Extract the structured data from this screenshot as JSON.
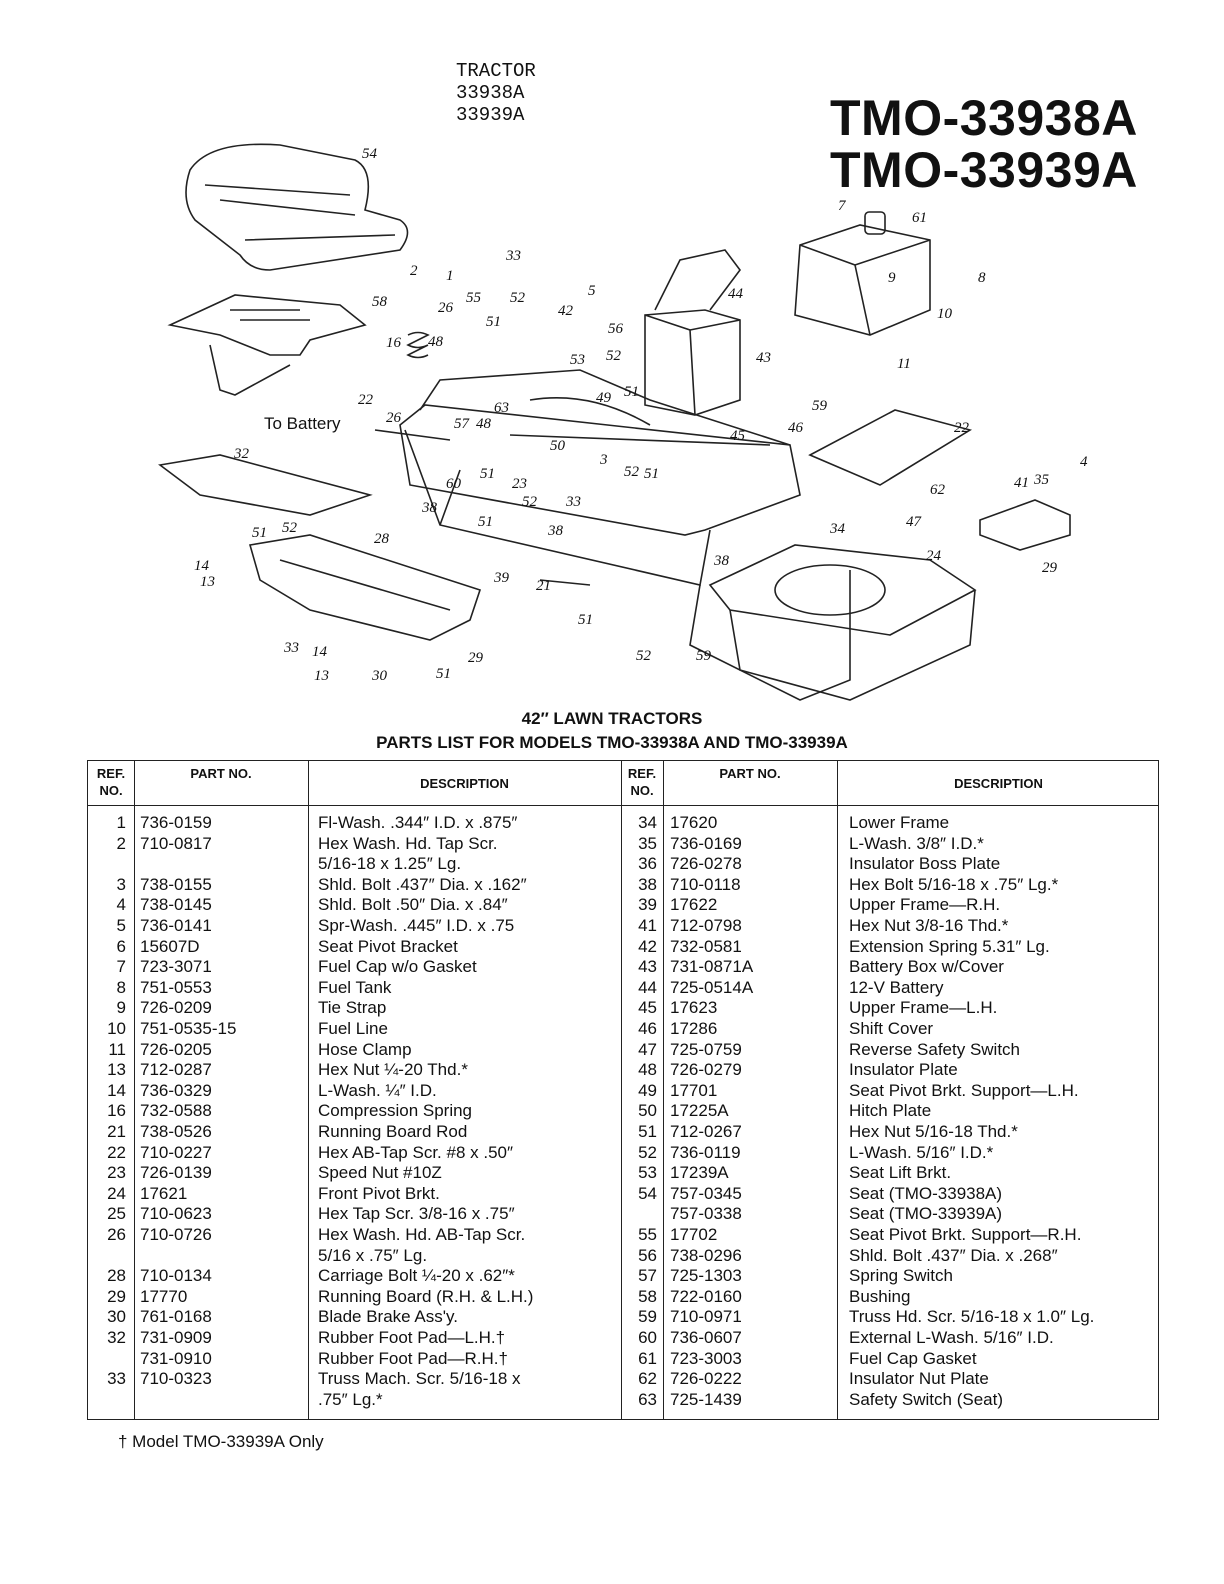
{
  "tractor_label": [
    "TRACTOR",
    "33938A",
    "33939A"
  ],
  "model_title": [
    "TMO-33938A",
    "TMO-33939A"
  ],
  "diagram": {
    "to_battery_label": "To Battery",
    "callouts": [
      "54",
      "7",
      "61",
      "8",
      "9",
      "10",
      "11",
      "33",
      "2",
      "1",
      "58",
      "26",
      "55",
      "52",
      "51",
      "42",
      "5",
      "56",
      "53",
      "16",
      "48",
      "44",
      "43",
      "52",
      "51",
      "49",
      "22",
      "26",
      "57",
      "48",
      "63",
      "59",
      "46",
      "45",
      "22",
      "50",
      "3",
      "52",
      "51",
      "32",
      "38",
      "60",
      "51",
      "23",
      "52",
      "33",
      "62",
      "4",
      "41",
      "35",
      "47",
      "51",
      "28",
      "38",
      "14",
      "13",
      "51",
      "52",
      "39",
      "38",
      "21",
      "24",
      "34",
      "29",
      "33",
      "14",
      "13",
      "30",
      "51",
      "29",
      "51",
      "52",
      "59"
    ]
  },
  "heading": {
    "line1": "42″ LAWN TRACTORS",
    "line2": "PARTS LIST FOR MODELS TMO-33938A AND TMO-33939A"
  },
  "table_headers": {
    "ref": "REF. NO.",
    "part": "PART NO.",
    "desc": "DESCRIPTION"
  },
  "left_rows": [
    {
      "ref": "1",
      "part": "736-0159",
      "desc": "Fl-Wash. .344″ I.D. x .875″"
    },
    {
      "ref": "2",
      "part": "710-0817",
      "desc": "Hex Wash. Hd. Tap Scr."
    },
    {
      "ref": "",
      "part": "",
      "desc": "   5/16-18 x 1.25″ Lg."
    },
    {
      "ref": "3",
      "part": "738-0155",
      "desc": "Shld. Bolt .437″ Dia. x .162″"
    },
    {
      "ref": "4",
      "part": "738-0145",
      "desc": "Shld. Bolt .50″ Dia. x .84″"
    },
    {
      "ref": "5",
      "part": "736-0141",
      "desc": "Spr-Wash. .445″ I.D. x .75"
    },
    {
      "ref": "6",
      "part": "15607D",
      "desc": "Seat Pivot Bracket"
    },
    {
      "ref": "7",
      "part": "723-3071",
      "desc": "Fuel Cap w/o Gasket"
    },
    {
      "ref": "8",
      "part": "751-0553",
      "desc": "Fuel Tank"
    },
    {
      "ref": "9",
      "part": "726-0209",
      "desc": "Tie Strap"
    },
    {
      "ref": "10",
      "part": "751-0535-15",
      "desc": "Fuel Line"
    },
    {
      "ref": "11",
      "part": "726-0205",
      "desc": "Hose Clamp"
    },
    {
      "ref": "13",
      "part": "712-0287",
      "desc": "Hex Nut ¼-20 Thd.*"
    },
    {
      "ref": "14",
      "part": "736-0329",
      "desc": "L-Wash. ¼″ I.D."
    },
    {
      "ref": "16",
      "part": "732-0588",
      "desc": "Compression Spring"
    },
    {
      "ref": "21",
      "part": "738-0526",
      "desc": "Running Board Rod"
    },
    {
      "ref": "22",
      "part": "710-0227",
      "desc": "Hex AB-Tap Scr. #8 x .50″"
    },
    {
      "ref": "23",
      "part": "726-0139",
      "desc": "Speed Nut #10Z"
    },
    {
      "ref": "24",
      "part": "17621",
      "desc": "Front Pivot Brkt."
    },
    {
      "ref": "25",
      "part": "710-0623",
      "desc": "Hex Tap Scr. 3/8-16 x .75″"
    },
    {
      "ref": "26",
      "part": "710-0726",
      "desc": "Hex Wash. Hd. AB-Tap Scr."
    },
    {
      "ref": "",
      "part": "",
      "desc": "   5/16 x .75″ Lg."
    },
    {
      "ref": "28",
      "part": "710-0134",
      "desc": "Carriage Bolt ¼-20 x .62″*"
    },
    {
      "ref": "29",
      "part": "17770",
      "desc": "Running Board (R.H. & L.H.)"
    },
    {
      "ref": "30",
      "part": "761-0168",
      "desc": "Blade Brake Ass'y."
    },
    {
      "ref": "32",
      "part": "731-0909",
      "desc": "Rubber Foot Pad—L.H.†"
    },
    {
      "ref": "",
      "part": "731-0910",
      "desc": "Rubber Foot Pad—R.H.†"
    },
    {
      "ref": "33",
      "part": "710-0323",
      "desc": "Truss Mach. Scr. 5/16-18 x"
    },
    {
      "ref": "",
      "part": "",
      "desc": "   .75″ Lg.*"
    }
  ],
  "right_rows": [
    {
      "ref": "34",
      "part": "17620",
      "desc": "Lower Frame"
    },
    {
      "ref": "35",
      "part": "736-0169",
      "desc": "L-Wash. 3/8″ I.D.*"
    },
    {
      "ref": "36",
      "part": "726-0278",
      "desc": "Insulator Boss Plate"
    },
    {
      "ref": "38",
      "part": "710-0118",
      "desc": "Hex Bolt 5/16-18 x .75″ Lg.*"
    },
    {
      "ref": "39",
      "part": "17622",
      "desc": "Upper Frame—R.H."
    },
    {
      "ref": "41",
      "part": "712-0798",
      "desc": "Hex Nut 3/8-16 Thd.*"
    },
    {
      "ref": "42",
      "part": "732-0581",
      "desc": "Extension Spring 5.31″ Lg."
    },
    {
      "ref": "43",
      "part": "731-0871A",
      "desc": "Battery Box w/Cover"
    },
    {
      "ref": "44",
      "part": "725-0514A",
      "desc": "12-V Battery"
    },
    {
      "ref": "45",
      "part": "17623",
      "desc": "Upper Frame—L.H."
    },
    {
      "ref": "46",
      "part": "17286",
      "desc": "Shift Cover"
    },
    {
      "ref": "47",
      "part": "725-0759",
      "desc": "Reverse Safety Switch"
    },
    {
      "ref": "48",
      "part": "726-0279",
      "desc": "Insulator Plate"
    },
    {
      "ref": "49",
      "part": "17701",
      "desc": "Seat Pivot Brkt. Support—L.H."
    },
    {
      "ref": "50",
      "part": "17225A",
      "desc": "Hitch Plate"
    },
    {
      "ref": "51",
      "part": "712-0267",
      "desc": "Hex Nut 5/16-18 Thd.*"
    },
    {
      "ref": "52",
      "part": "736-0119",
      "desc": "L-Wash. 5/16″ I.D.*"
    },
    {
      "ref": "53",
      "part": "17239A",
      "desc": "Seat Lift Brkt."
    },
    {
      "ref": "54",
      "part": "757-0345",
      "desc": "Seat (TMO-33938A)"
    },
    {
      "ref": "",
      "part": "757-0338",
      "desc": "Seat (TMO-33939A)"
    },
    {
      "ref": "55",
      "part": "17702",
      "desc": "Seat Pivot Brkt. Support—R.H."
    },
    {
      "ref": "56",
      "part": "738-0296",
      "desc": "Shld. Bolt .437″ Dia. x .268″"
    },
    {
      "ref": "57",
      "part": "725-1303",
      "desc": "Spring Switch"
    },
    {
      "ref": "58",
      "part": "722-0160",
      "desc": "Bushing"
    },
    {
      "ref": "59",
      "part": "710-0971",
      "desc": "Truss Hd. Scr. 5/16-18 x 1.0″ Lg."
    },
    {
      "ref": "60",
      "part": "736-0607",
      "desc": "External L-Wash. 5/16″ I.D."
    },
    {
      "ref": "61",
      "part": "723-3003",
      "desc": "Fuel Cap Gasket"
    },
    {
      "ref": "62",
      "part": "726-0222",
      "desc": "Insulator Nut Plate"
    },
    {
      "ref": "63",
      "part": "725-1439",
      "desc": "Safety Switch (Seat)"
    }
  ],
  "footnote": "† Model TMO-33939A Only"
}
